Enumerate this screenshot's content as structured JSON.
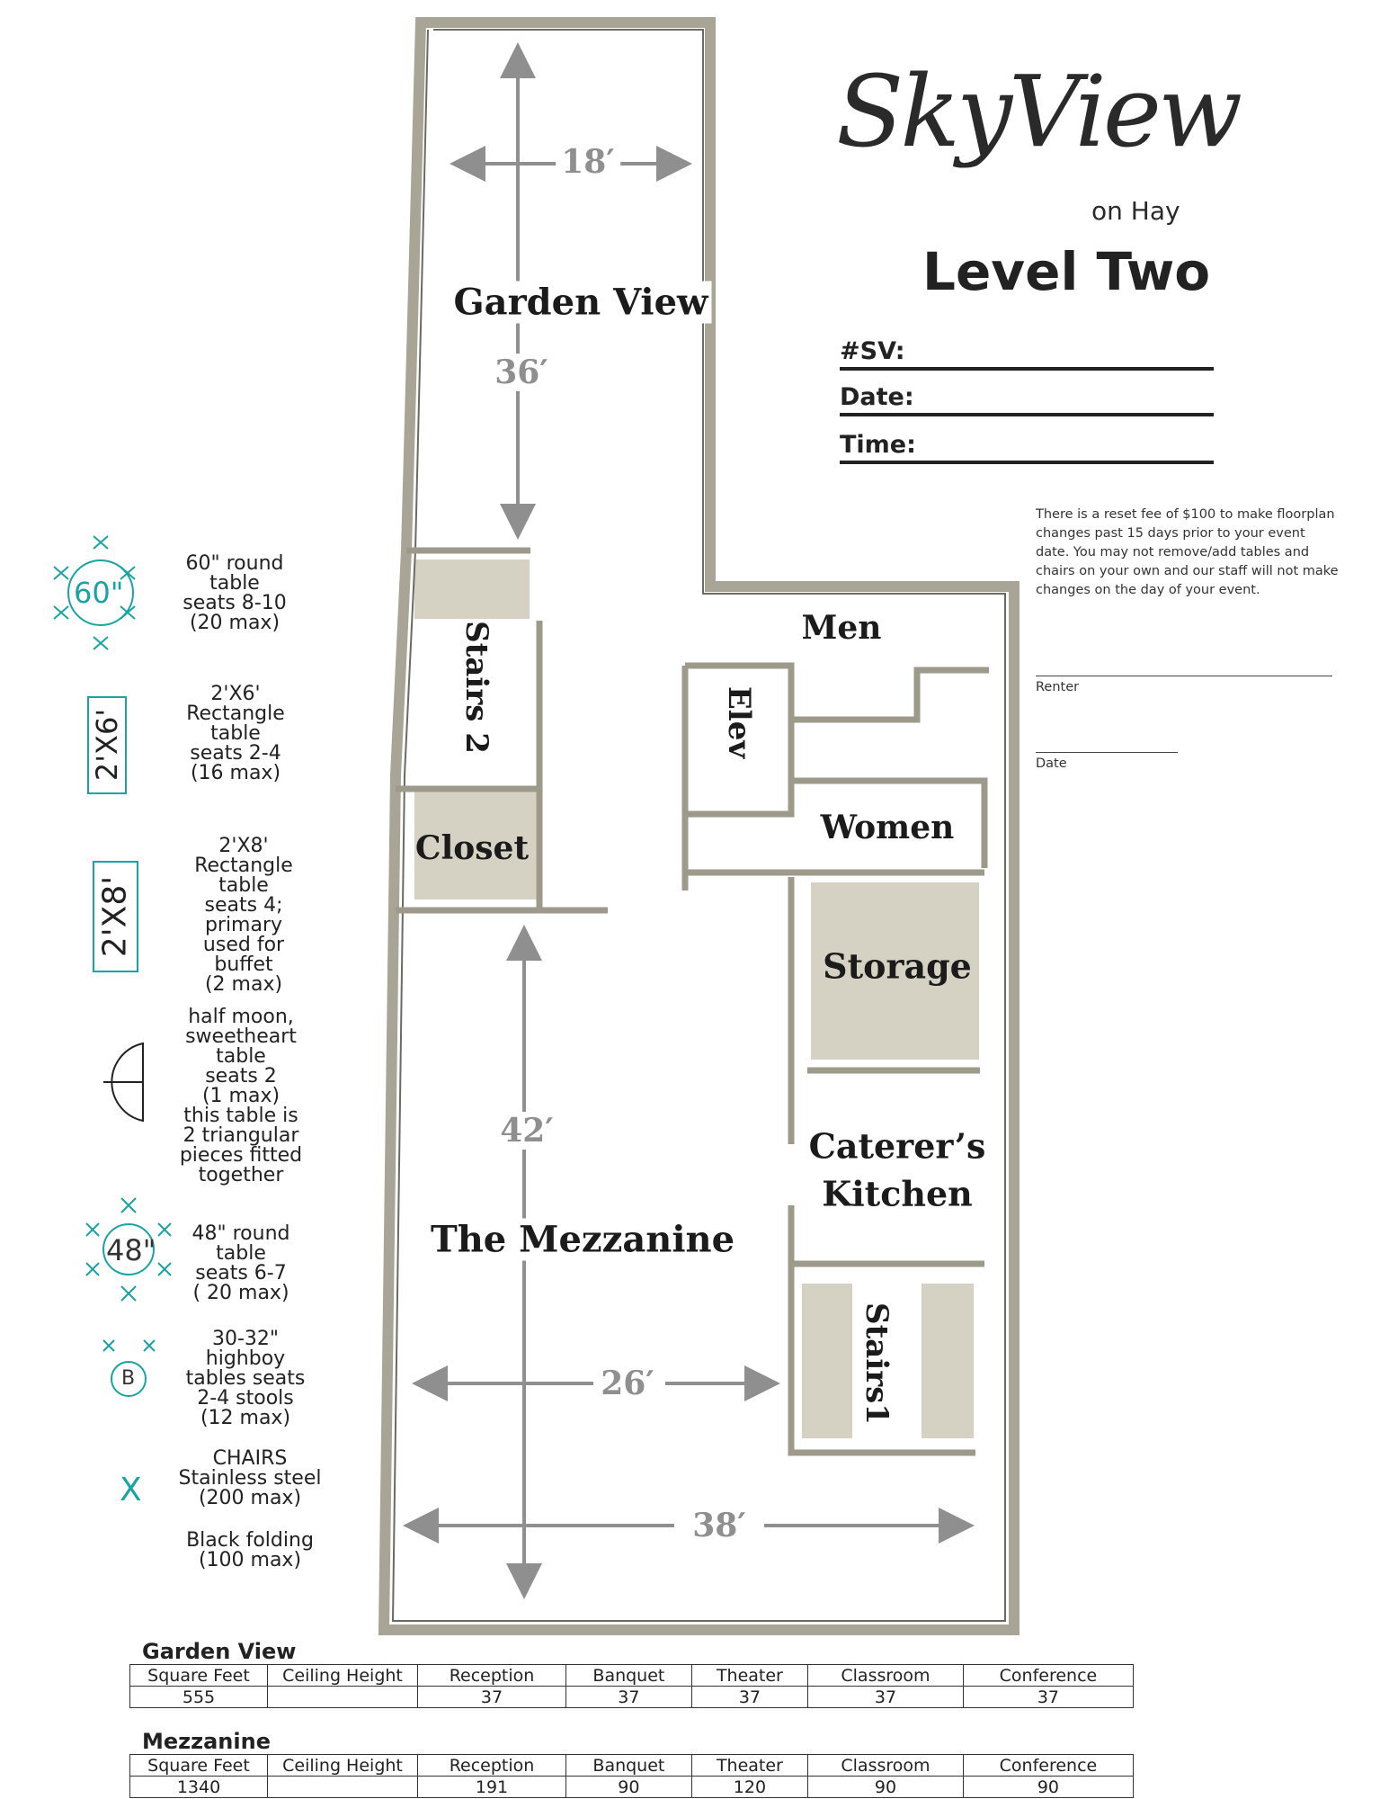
{
  "logo": {
    "brand": "SkyView",
    "sub": "on Hay"
  },
  "level_title": "Level Two",
  "form_fields": [
    {
      "label": "#SV:"
    },
    {
      "label": "Date:"
    },
    {
      "label": "Time:"
    }
  ],
  "note": "There is a reset fee of $100 to make floorplan changes past 15 days prior to your event date. You may not remove/add tables and chairs on your own and our staff will not make changes on the day of your event.",
  "signatures": {
    "renter": "Renter",
    "date": "Date"
  },
  "rooms": {
    "garden_view": "Garden View",
    "stairs2": "Stairs 2",
    "closet": "Closet",
    "men": "Men",
    "elev": "Elev",
    "women": "Women",
    "storage": "Storage",
    "caterers_1": "Caterer’s",
    "caterers_2": "Kitchen",
    "stairs1": "Stairs1",
    "mezzanine": "The Mezzanine"
  },
  "dimensions": {
    "garden_width": "18′",
    "garden_length": "36′",
    "mezz_length": "42′",
    "mezz_width_inner": "26′",
    "mezz_width": "38′"
  },
  "legend": [
    {
      "icon": "60",
      "lines": [
        "60\" round",
        "table",
        "seats 8-10",
        "(20 max)"
      ]
    },
    {
      "icon": "2'X6'",
      "lines": [
        "2'X6'",
        "Rectangle",
        "table",
        "seats 2-4",
        "(16 max)"
      ]
    },
    {
      "icon": "2'X8'",
      "lines": [
        "2'X8'",
        "Rectangle",
        "table",
        "seats 4;",
        "primary",
        "used for",
        "buffet",
        "(2 max)"
      ]
    },
    {
      "icon": "half-moon",
      "lines": [
        "half moon,",
        "sweetheart",
        "table",
        "seats 2",
        "(1 max)",
        "this table is",
        "2 triangular",
        "pieces fitted",
        "together"
      ]
    },
    {
      "icon": "48",
      "lines": [
        "48\" round",
        "table",
        "seats 6-7",
        "( 20 max)"
      ]
    },
    {
      "icon": "B",
      "lines": [
        "30-32\"",
        "highboy",
        "tables seats",
        "2-4 stools",
        "(12 max)"
      ]
    },
    {
      "icon": "X",
      "lines": [
        "CHAIRS",
        "Stainless steel",
        "(200 max)"
      ]
    },
    {
      "icon": "",
      "lines": [
        "Black folding",
        "(100 max)"
      ]
    }
  ],
  "legend_icon_labels": {
    "r60": "60\"",
    "r48": "48\"",
    "b": "B",
    "x": "X",
    "rect6": "2'X6'",
    "rect8": "2'X8'"
  },
  "tables": [
    {
      "title": "Garden View",
      "headers": [
        "Square Feet",
        "Ceiling Height",
        "Reception",
        "Banquet",
        "Theater",
        "Classroom",
        "Conference"
      ],
      "values": [
        "555",
        "",
        "37",
        "37",
        "37",
        "37",
        "37"
      ]
    },
    {
      "title": "Mezzanine",
      "headers": [
        "Square Feet",
        "Ceiling Height",
        "Reception",
        "Banquet",
        "Theater",
        "Classroom",
        "Conference"
      ],
      "values": [
        "1340",
        "",
        "191",
        "90",
        "120",
        "90",
        "90"
      ]
    }
  ],
  "colors": {
    "teal": "#1aa3a3",
    "room_fill": "#d5d2c4",
    "wall": "#a9a596",
    "dim": "#8f8f8f"
  }
}
